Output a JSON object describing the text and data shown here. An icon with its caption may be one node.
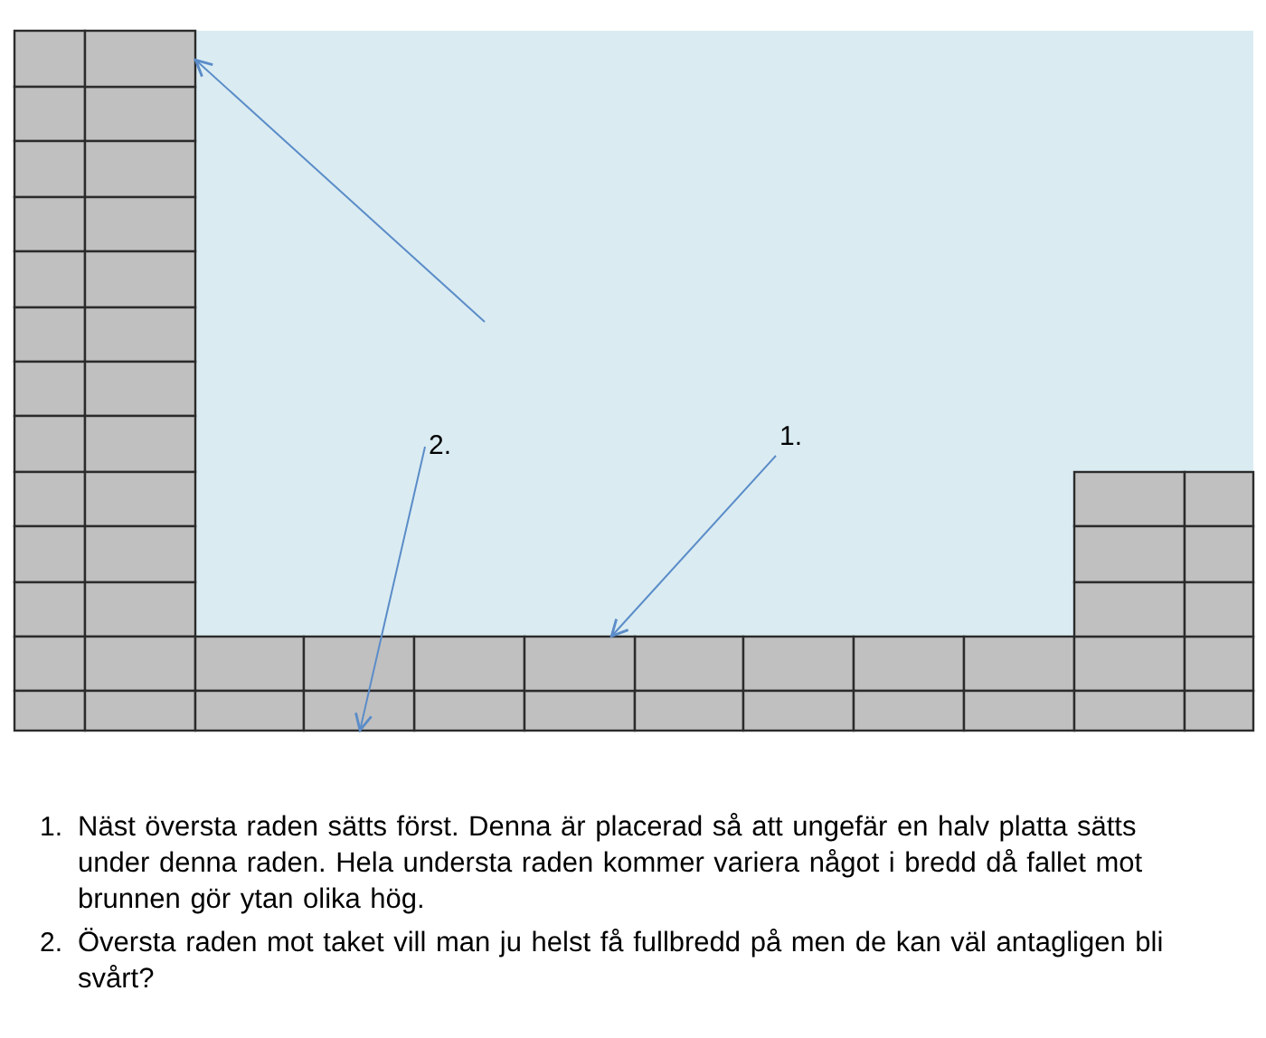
{
  "diagram": {
    "nodes": [
      {
        "text": [],
        "shape": "box"
      },
      {
        "text": [
          "2."
        ]
      },
      {
        "text": [
          "1."
        ]
      },
      {
        "text": [],
        "shape": "box"
      },
      {
        "text": [],
        "shape": "box"
      }
    ],
    "edges": [
      {
        "from": null,
        "to": 0,
        "arrow": "to"
      },
      {
        "from": 1,
        "to": 3,
        "arrow": "to"
      },
      {
        "from": 2,
        "to": 4,
        "arrow": "to"
      }
    ],
    "labels": [
      "1.",
      "Näst översta raden sätts först. Denna är placerad så att ungefär en halv platta sätts under denna raden. Hela understa raden kommer variera något i bredd då fallet mot brunnen gör ytan olika hög.",
      "2.",
      "Översta raden mot taket vill man ju helst få fullbredd på men de kan väl antagligen bli svårt?"
    ]
  }
}
